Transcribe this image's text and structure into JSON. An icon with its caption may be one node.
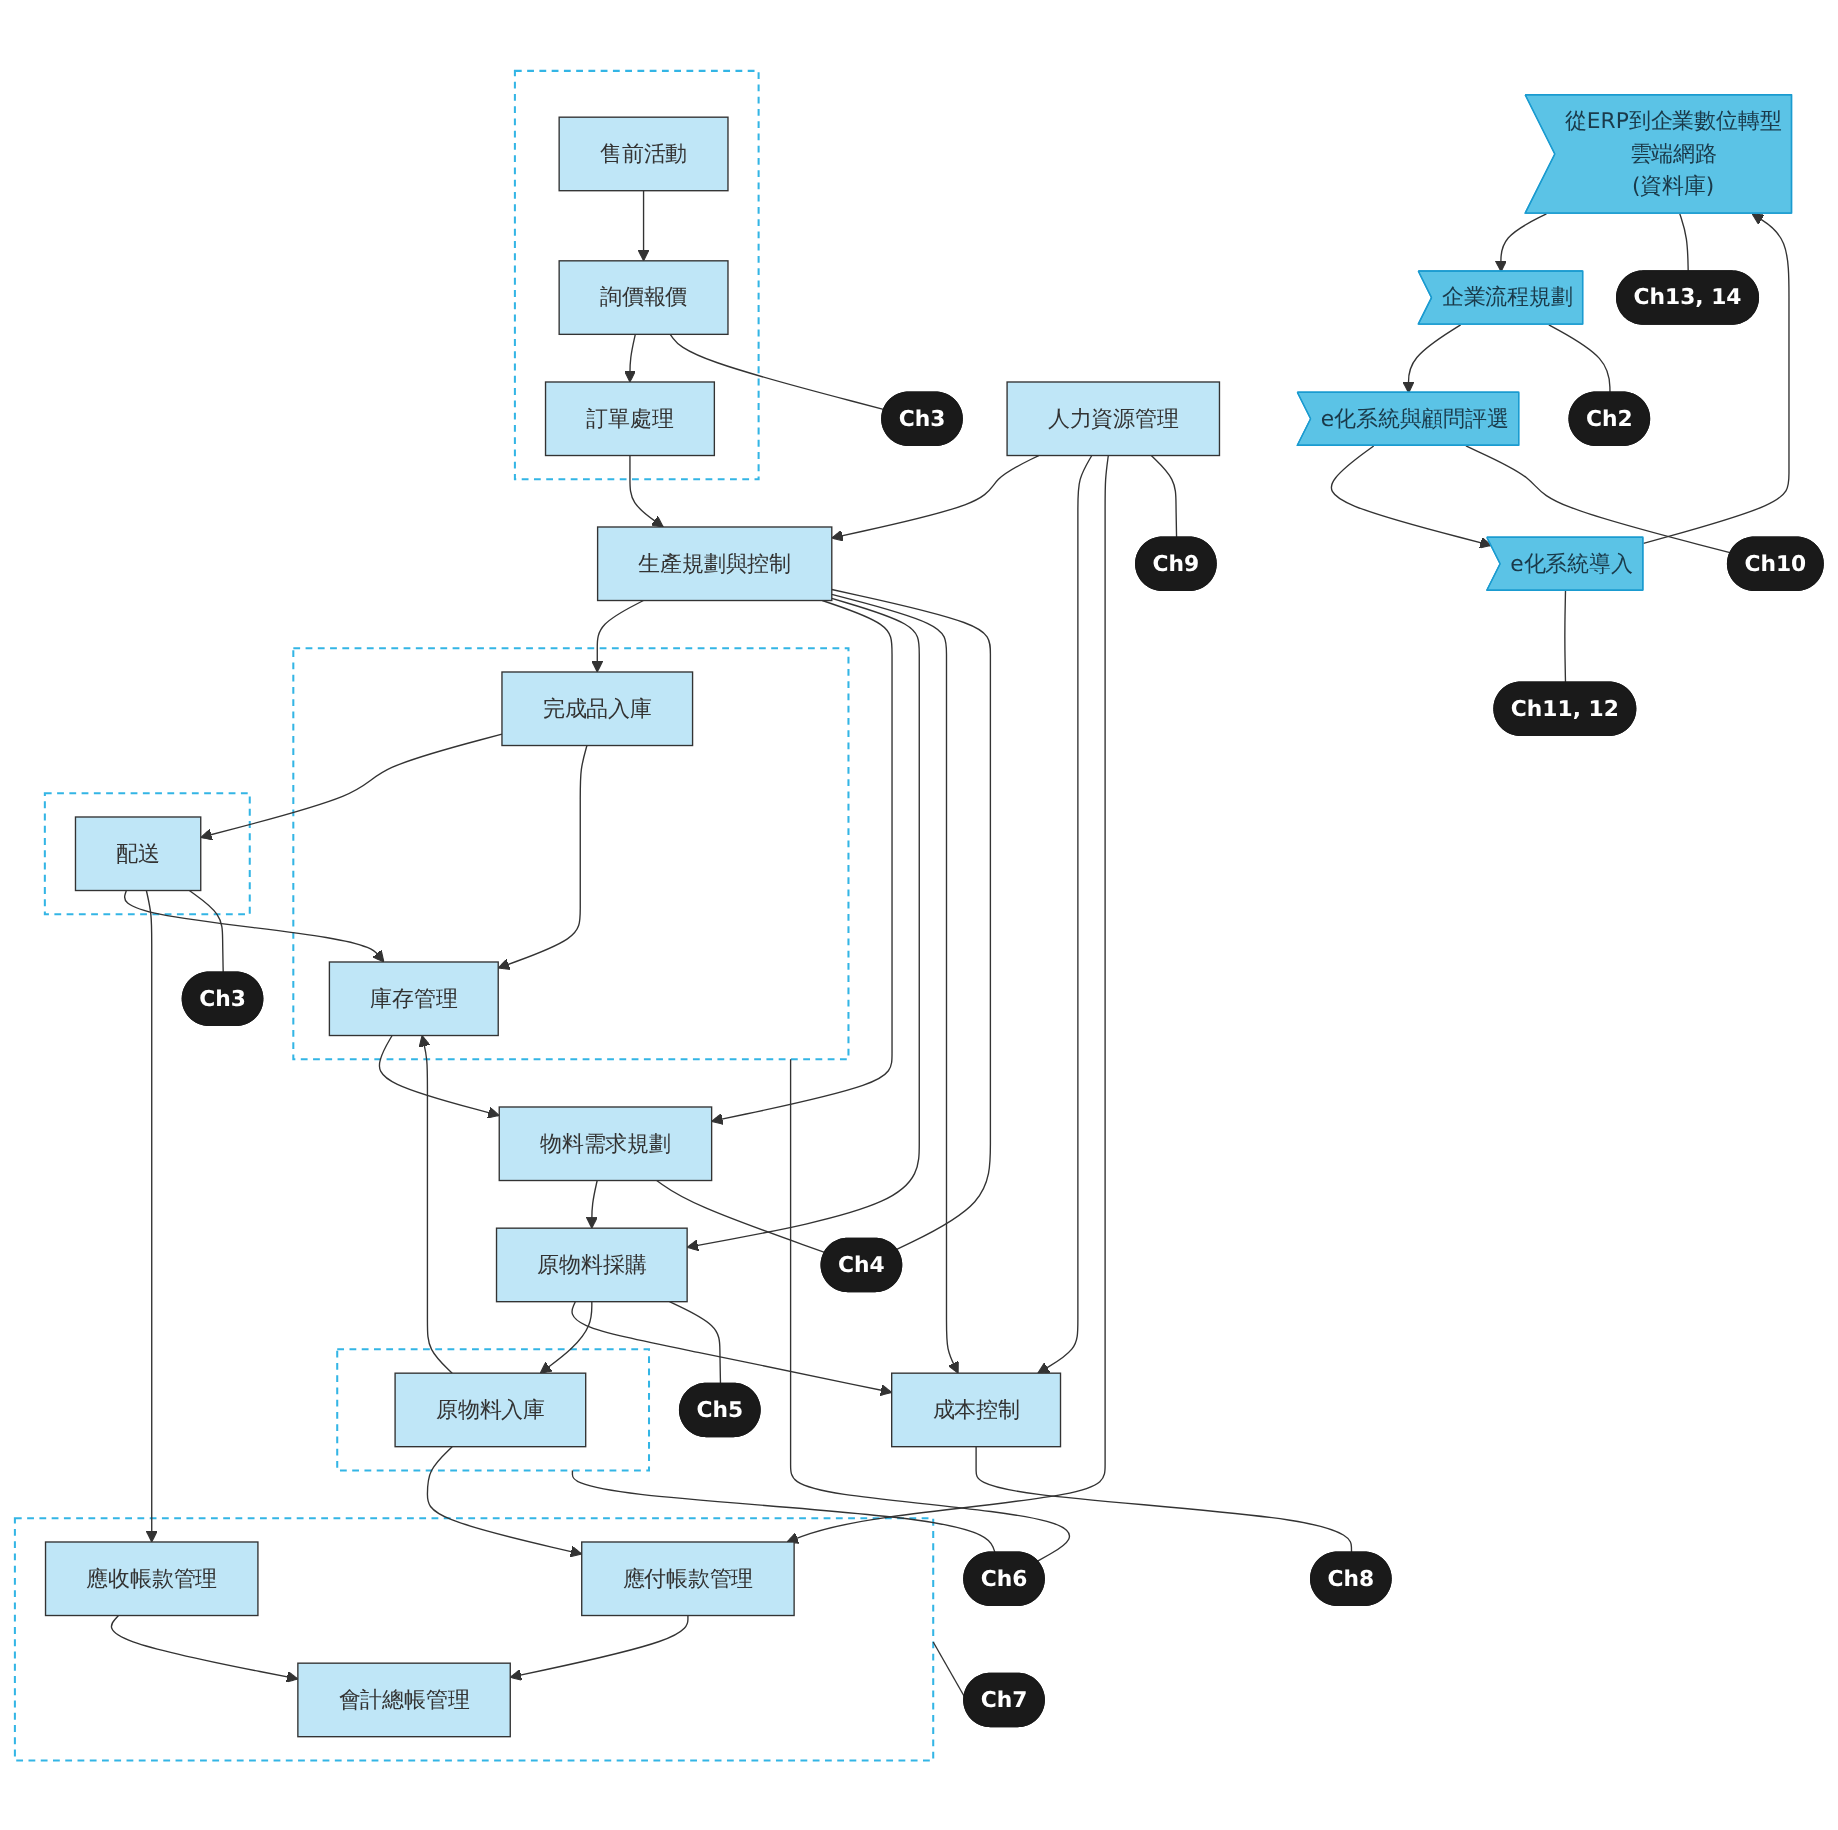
{
  "diagram": {
    "nodes": [
      {
        "text": [
          "從ERP到企業數位轉型",
          "雲端網路",
          "(資料庫)"
        ]
      },
      {
        "text": [
          "企業流程規劃"
        ]
      },
      {
        "text": [
          "e化系統與顧問評選"
        ]
      },
      {
        "text": [
          "e化系統導入"
        ]
      },
      {
        "text": [
          "Ch13, 14"
        ]
      },
      {
        "text": [
          "Ch3"
        ]
      },
      {
        "text": [
          "Ch4"
        ]
      },
      {
        "text": [
          "Ch3"
        ]
      },
      {
        "text": [
          "Ch2"
        ]
      },
      {
        "text": [
          "Ch5"
        ]
      },
      {
        "text": [
          "Ch6"
        ]
      },
      {
        "text": [
          "Ch8"
        ]
      },
      {
        "text": [
          "Ch9"
        ]
      },
      {
        "text": [
          "Ch7"
        ]
      },
      {
        "text": [
          "Ch11, 12"
        ]
      },
      {
        "text": [
          "Ch10"
        ]
      },
      {
        "text": [],
        "shape": "box"
      },
      {
        "text": [
          "售前活動"
        ],
        "in": 16
      },
      {
        "text": [
          "詢價報價"
        ],
        "in": 16
      },
      {
        "text": [
          "訂單處理"
        ],
        "in": 16
      },
      {
        "text": [
          "生產規劃與控制"
        ]
      },
      {
        "text": [],
        "shape": "box"
      },
      {
        "text": [
          "完成品入庫"
        ],
        "in": 21
      },
      {
        "text": [
          "庫存管理"
        ],
        "in": 21
      },
      {
        "text": [],
        "shape": "box"
      },
      {
        "text": [
          "配送"
        ],
        "in": 24
      },
      {
        "text": [
          "物料需求規劃"
        ]
      },
      {
        "text": [
          "成本控制"
        ]
      },
      {
        "text": [
          "人力資源管理"
        ]
      },
      {
        "text": [
          "原物料採購"
        ]
      },
      {
        "text": [],
        "shape": "box"
      },
      {
        "text": [
          "原物料入庫"
        ],
        "in": 30
      },
      {
        "text": [],
        "shape": "box"
      },
      {
        "text": [
          "應收帳款管理"
        ],
        "in": 32
      },
      {
        "text": [
          "應付帳款管理"
        ],
        "in": 32
      },
      {
        "text": [
          "會計總帳管理"
        ],
        "in": 32
      }
    ],
    "edges": [
      {
        "from": 17,
        "to": 18,
        "arrow": "to"
      },
      {
        "from": 18,
        "to": 19,
        "arrow": "to"
      },
      {
        "from": 19,
        "to": 20,
        "arrow": "to"
      },
      {
        "from": 20,
        "to": 22,
        "arrow": "to"
      },
      {
        "from": 22,
        "to": 25,
        "arrow": "to"
      },
      {
        "from": 22,
        "to": 23,
        "arrow": "to"
      },
      {
        "from": 20,
        "to": 26,
        "arrow": "to"
      },
      {
        "from": 23,
        "to": 26,
        "arrow": "to"
      },
      {
        "from": 25,
        "to": 23,
        "arrow": "to"
      },
      {
        "from": 26,
        "to": 29,
        "arrow": "to"
      },
      {
        "from": 20,
        "to": 29,
        "arrow": "to"
      },
      {
        "from": 20,
        "to": 27,
        "arrow": "to"
      },
      {
        "from": 28,
        "to": 20,
        "arrow": "to"
      },
      {
        "from": 29,
        "to": 27,
        "arrow": "to"
      },
      {
        "from": 28,
        "to": 27,
        "arrow": "to"
      },
      {
        "from": 29,
        "to": 31,
        "arrow": "to"
      },
      {
        "from": 31,
        "to": 23,
        "arrow": "to"
      },
      {
        "from": 31,
        "to": 34,
        "arrow": "to"
      },
      {
        "from": 28,
        "to": 34,
        "arrow": "to"
      },
      {
        "from": 34,
        "to": 35,
        "arrow": "to"
      },
      {
        "from": 33,
        "to": 35,
        "arrow": "to"
      },
      {
        "from": 25,
        "to": 33,
        "arrow": "to"
      },
      {
        "from": 0,
        "to": 1,
        "arrow": "to"
      },
      {
        "from": 1,
        "to": 2,
        "arrow": "to"
      },
      {
        "from": 2,
        "to": 3,
        "arrow": "to"
      },
      {
        "from": 3,
        "to": 0,
        "arrow": "to"
      },
      {
        "from": 4,
        "to": 0,
        "arrow": "none"
      },
      {
        "from": 5,
        "to": 18,
        "arrow": "none"
      },
      {
        "from": 6,
        "to": 20,
        "arrow": "none"
      },
      {
        "from": 6,
        "to": 26,
        "arrow": "none"
      },
      {
        "from": 7,
        "to": 25,
        "arrow": "none"
      },
      {
        "from": 8,
        "to": 1,
        "arrow": "none"
      },
      {
        "from": 9,
        "to": 29,
        "arrow": "none"
      },
      {
        "from": 10,
        "to": 21,
        "arrow": "none"
      },
      {
        "from": 10,
        "to": 30,
        "arrow": "none"
      },
      {
        "from": 11,
        "to": 27,
        "arrow": "none"
      },
      {
        "from": 12,
        "to": 28,
        "arrow": "none"
      },
      {
        "from": 13,
        "to": 32,
        "arrow": "none"
      },
      {
        "from": 14,
        "to": 3,
        "arrow": "none"
      },
      {
        "from": 15,
        "to": 2,
        "arrow": "none"
      }
    ]
  }
}
